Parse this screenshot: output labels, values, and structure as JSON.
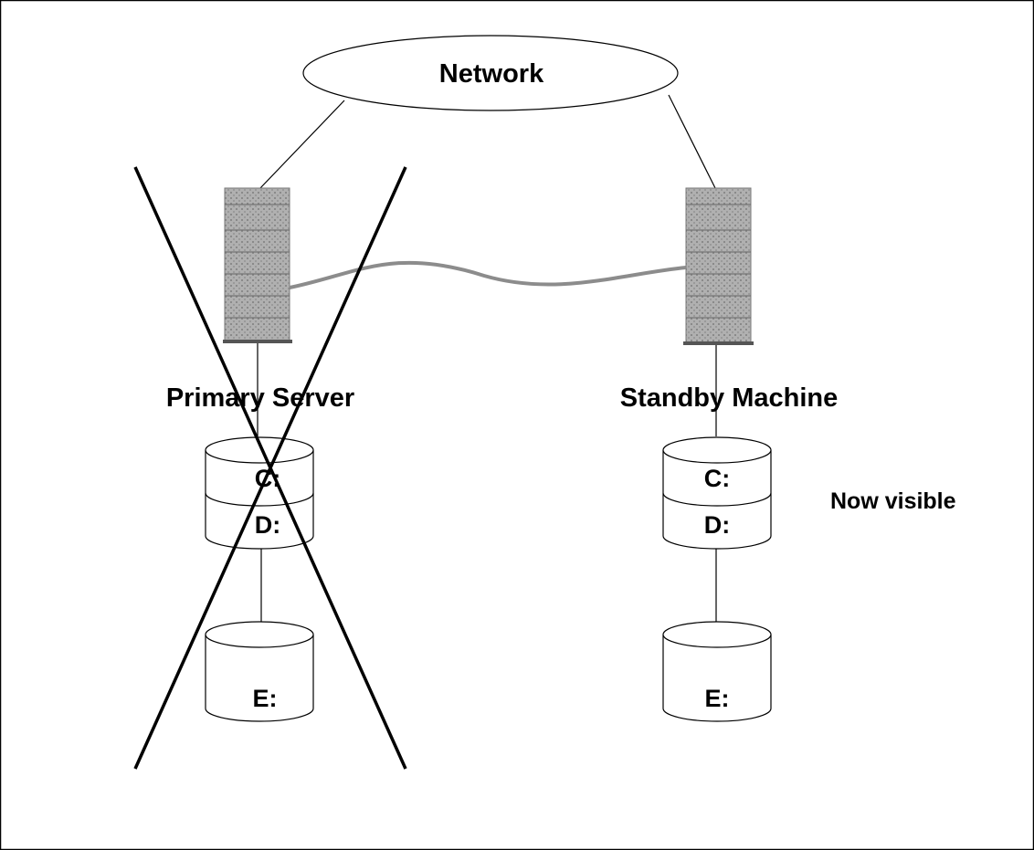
{
  "diagram": {
    "network_label": "Network",
    "primary_server_label": "Primary Server",
    "standby_machine_label": "Standby Machine",
    "now_visible_label": "Now visible",
    "primary_disk_labels": [
      "C:",
      "D:"
    ],
    "primary_ext_disk_label": "E:",
    "standby_disk_labels": [
      "C:",
      "D:"
    ],
    "standby_ext_disk_label": "E:",
    "primary_server_failed": true
  },
  "colors": {
    "server_fill": "#a9a9a9",
    "heartbeat_cable": "#8c8c8c",
    "line": "#000000"
  }
}
